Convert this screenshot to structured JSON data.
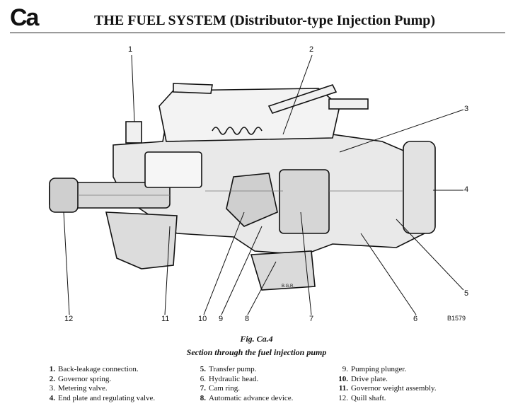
{
  "header": {
    "section_code": "Ca",
    "title": "THE  FUEL  SYSTEM  (Distributor-type  Injection  Pump)"
  },
  "figure": {
    "callouts": [
      "1",
      "2",
      "3",
      "4",
      "5",
      "6",
      "7",
      "8",
      "9",
      "10",
      "11",
      "12"
    ],
    "ref_code": "B1579",
    "stamp": "B.G.R."
  },
  "caption": {
    "label": "Fig. Ca.4",
    "text": "Section through the fuel injection pump"
  },
  "legend": [
    {
      "num": "1.",
      "label": "Back-leakage connection."
    },
    {
      "num": "2.",
      "label": "Governor spring."
    },
    {
      "num": "3.",
      "label": "Metering valve."
    },
    {
      "num": "4.",
      "label": "End plate and regulating valve."
    },
    {
      "num": "5.",
      "label": "Transfer pump."
    },
    {
      "num": "6.",
      "label": "Hydraulic head."
    },
    {
      "num": "7.",
      "label": "Cam ring."
    },
    {
      "num": "8.",
      "label": "Automatic advance device."
    },
    {
      "num": "9.",
      "label": "Pumping plunger."
    },
    {
      "num": "10.",
      "label": "Drive plate."
    },
    {
      "num": "11.",
      "label": "Governor weight assembly."
    },
    {
      "num": "12.",
      "label": "Quill shaft."
    }
  ]
}
